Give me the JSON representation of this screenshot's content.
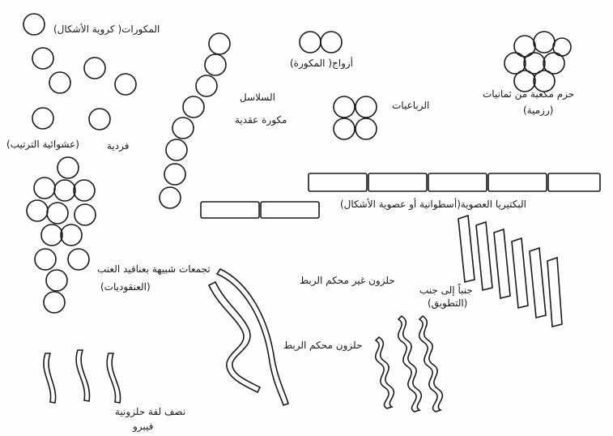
{
  "labels": {
    "cocci": "المكورات( كروية الأشكال)",
    "single": "فردية",
    "random": "(عشوائية الترتيب)",
    "chains_1": "السلاسل",
    "chains_2": "مكورة عقدية",
    "pairs": "أزواج( المكورة)",
    "tetrads": "الرباعيات",
    "cubic_1": "حزم مكعبة من ثمانيات",
    "cubic_2": "(رزمية)",
    "bacilli": "البكتيريا العصوية(أسطوانية أو عصوية الأشكال)",
    "grape_1": "تجمعات شبيهة بعناقيد العنب",
    "grape_2": "(العنقوديات)",
    "loose_spiral": "حلزون غير محكم الربط",
    "palisade_1": "جنباً إلى جنب",
    "palisade_2": "(التطويق)",
    "tight_spiral": "حلزون محكم الربط",
    "vibrio_1": "نصف لفة حلزونية",
    "vibrio_2": "فيبرو"
  }
}
